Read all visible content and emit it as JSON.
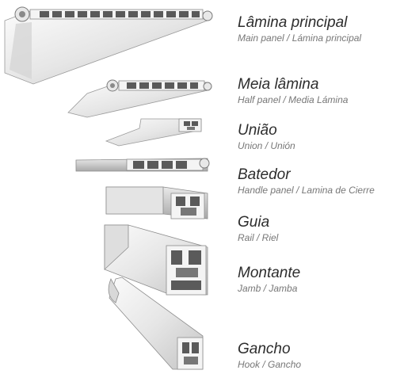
{
  "colors": {
    "profile_light": "#f2f2f2",
    "profile_mid": "#cfcfcf",
    "profile_dark": "#8c8c8c",
    "chamber_fill": "#5a5a5a",
    "text_primary": "#2d2d2d",
    "text_secondary": "#777777"
  },
  "items": [
    {
      "name_pt": "Lâmina principal",
      "translations": "Main panel / Lámina principal"
    },
    {
      "name_pt": "Meia lâmina",
      "translations": "Half panel / Media Lámina"
    },
    {
      "name_pt": "União",
      "translations": "Union / Unión"
    },
    {
      "name_pt": "Batedor",
      "translations": "Handle panel / Lamina de Cierre"
    },
    {
      "name_pt": "Guia",
      "translations": "Rail / Riel"
    },
    {
      "name_pt": "Montante",
      "translations": "Jamb / Jamba"
    },
    {
      "name_pt": "Gancho",
      "translations": "Hook / Gancho"
    }
  ]
}
